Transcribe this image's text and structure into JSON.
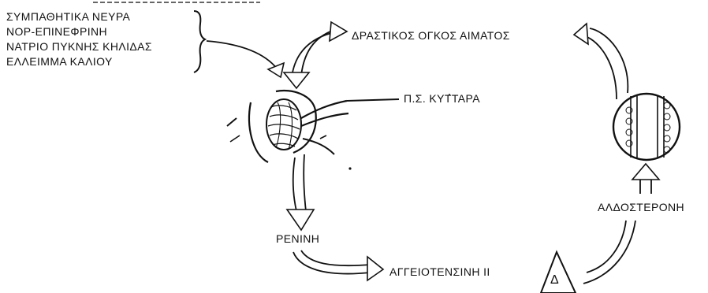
{
  "factors": [
    "ΣΥΜΠΑΘΗΤΙΚΑ ΝΕΥΡΑ",
    "ΝΟΡ-ΕΠΙΝΕΦΡΙΝΗ",
    "ΝΑΤΡΙΟ ΠΥΚΝΗΣ ΚΗΛΙΔΑΣ",
    "ΕΛΛΕΙΜΜΑ ΚΑΛΙΟΥ"
  ],
  "labels": {
    "blood_volume": "ΔΡΑΣΤΙΚΟΣ ΟΓΚΟΣ ΑΙΜΑΤΟΣ",
    "jg_cells": "Π.Σ. ΚΥΤΤΑΡΑ",
    "renin": "ΡΕΝΙΝΗ",
    "angiotensin": "ΑΓΓΕΙΟΤΕΝΣΙΝΗ ΙΙ",
    "aldosterone": "ΑΛΔΟΣΤΕΡΟΝΗ",
    "adrenal_symbol": "Δ"
  }
}
